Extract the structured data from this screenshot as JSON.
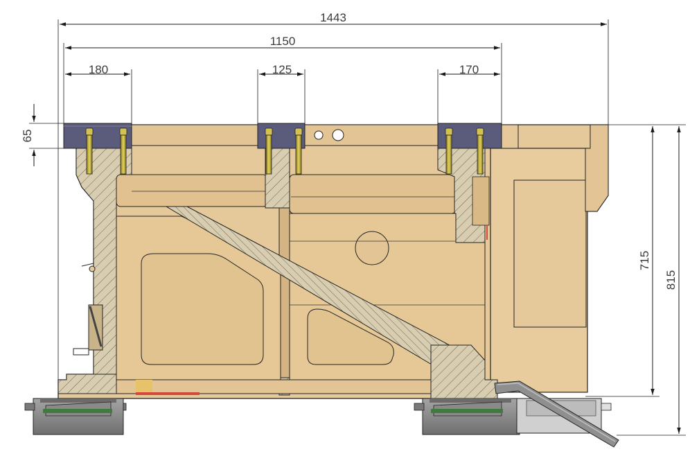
{
  "dimensions": {
    "overall_width": "1443",
    "rail_span": "1150",
    "left_pad_width": "180",
    "mid_pad_width": "125",
    "right_pad_width": "170",
    "pad_height": "65",
    "height_to_floor": "715",
    "overall_height": "815"
  },
  "colors": {
    "casting": "#e6c99a",
    "casting_shade": "#d9b985",
    "casting_dark": "#cfae7a",
    "section_hatch": "#d8cdb0",
    "pad": "#5b5b7c",
    "bolt": "#d4c154",
    "leveling_foot": "#8e8e8e",
    "accent_red": "#d34a3a"
  }
}
